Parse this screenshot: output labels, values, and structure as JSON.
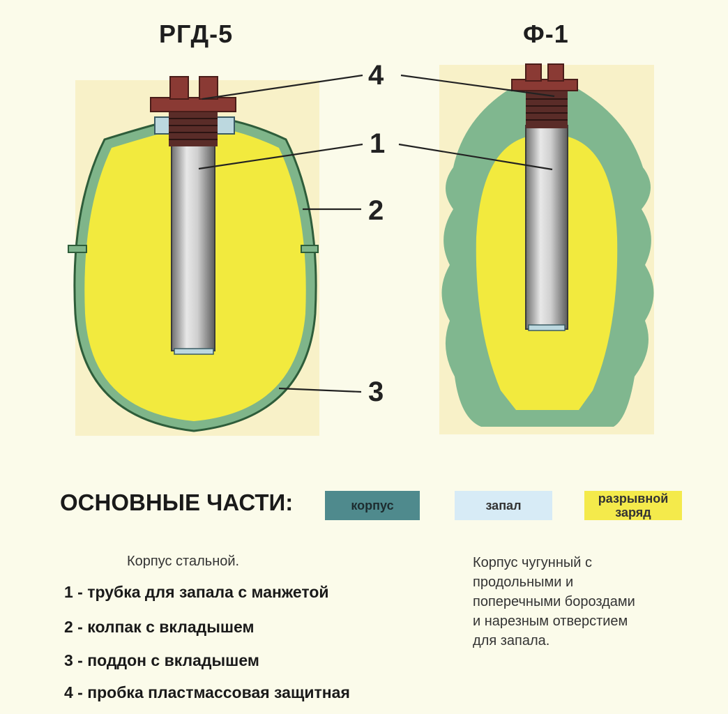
{
  "titles": {
    "rgd5": "РГД-5",
    "f1": "Ф-1"
  },
  "callouts": [
    "4",
    "1",
    "2",
    "3"
  ],
  "legend": {
    "heading": "ОСНОВНЫЕ ЧАСТИ:",
    "items": [
      {
        "label": "корпус",
        "color": "#4f8a8d"
      },
      {
        "label": "запал",
        "color": "#d7ebf6"
      },
      {
        "label_line1": "разрывной",
        "label_line2": "заряд",
        "color": "#f4ea4b"
      }
    ]
  },
  "rgd5_info": {
    "material": "Корпус стальной.",
    "parts": [
      "1 - трубка для запала с манжетой",
      "2 - колпак с вкладышем",
      "3 - поддон с вкладышем",
      "4 - пробка пластмассовая защитная"
    ]
  },
  "f1_info": {
    "lines": [
      "Корпус чугунный с",
      "продольными и",
      "поперечными бороздами",
      "и нарезным отверстием",
      "для запала."
    ]
  }
}
